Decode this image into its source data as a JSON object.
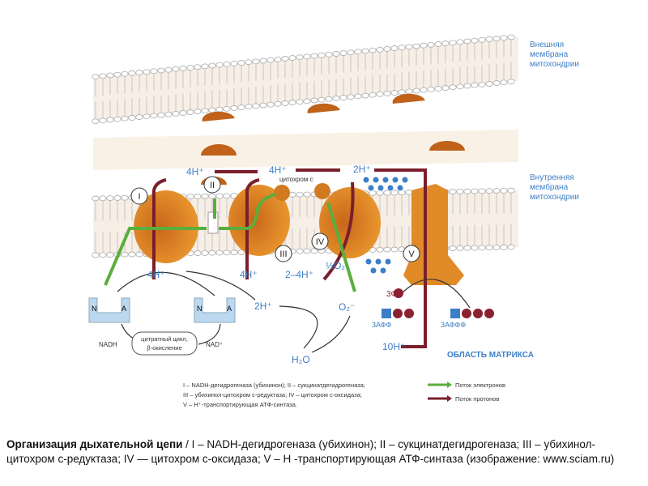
{
  "membrane_labels": {
    "outer": [
      "Внешняя",
      "мембрана",
      "митохондрии"
    ],
    "inner": [
      "Внутренняя",
      "мембрана",
      "митохондрии"
    ]
  },
  "complexes": [
    "I",
    "II",
    "III",
    "IV",
    "V"
  ],
  "intermembrane": {
    "h1": "4H⁺",
    "h2": "4H⁺",
    "h3": "2H⁺",
    "cytochrome": "цитохром с"
  },
  "matrix": {
    "h1": "4H⁺",
    "h2": "4H⁺",
    "h3": "2–4H⁺",
    "half_o2": "½O₂",
    "o2_minus": "O₂⁻",
    "h4": "2H⁺",
    "water": "H₂O",
    "nadh": "NADH",
    "nad": "NAD⁺",
    "cycle_line1": "цитратный цикл,",
    "cycle_line2": "β-окисление",
    "nad_n": "N",
    "nad_a": "A",
    "phosphate": "3Ф",
    "adp": "3АФФ",
    "atp": "3АФФФ",
    "h10": "10H⁺",
    "region": "ОБЛАСТЬ МАТРИКСА"
  },
  "legend": {
    "lines": [
      "I – NADH-дегидрогеназа (убихинон); II – сукцинатдегидрогеназа;",
      "III – убихинол-цитохром с-редуктаза; IV – цитохром с-оксидаза;",
      "V – H⁺-транспортирующая АТФ-синтаза."
    ],
    "electron_flow": "Поток электронов",
    "proton_flow": "Поток протонов"
  },
  "colors": {
    "electron": "#5aae3c",
    "proton": "#7a1f2b",
    "protein": "#d98020",
    "label": "#3d7fc6"
  },
  "caption": {
    "title": "Организация дыхательной цепи",
    "text": " / I – NADH-дегидрогеназа (убихинон); II – сукцинатдегидрогеназа; III – убихинол-цитохром с-редуктаза; IV — цитохром с-оксидаза; V – H -транспортирующая АТФ-синтаза (изображение: www.sciam.ru)"
  }
}
